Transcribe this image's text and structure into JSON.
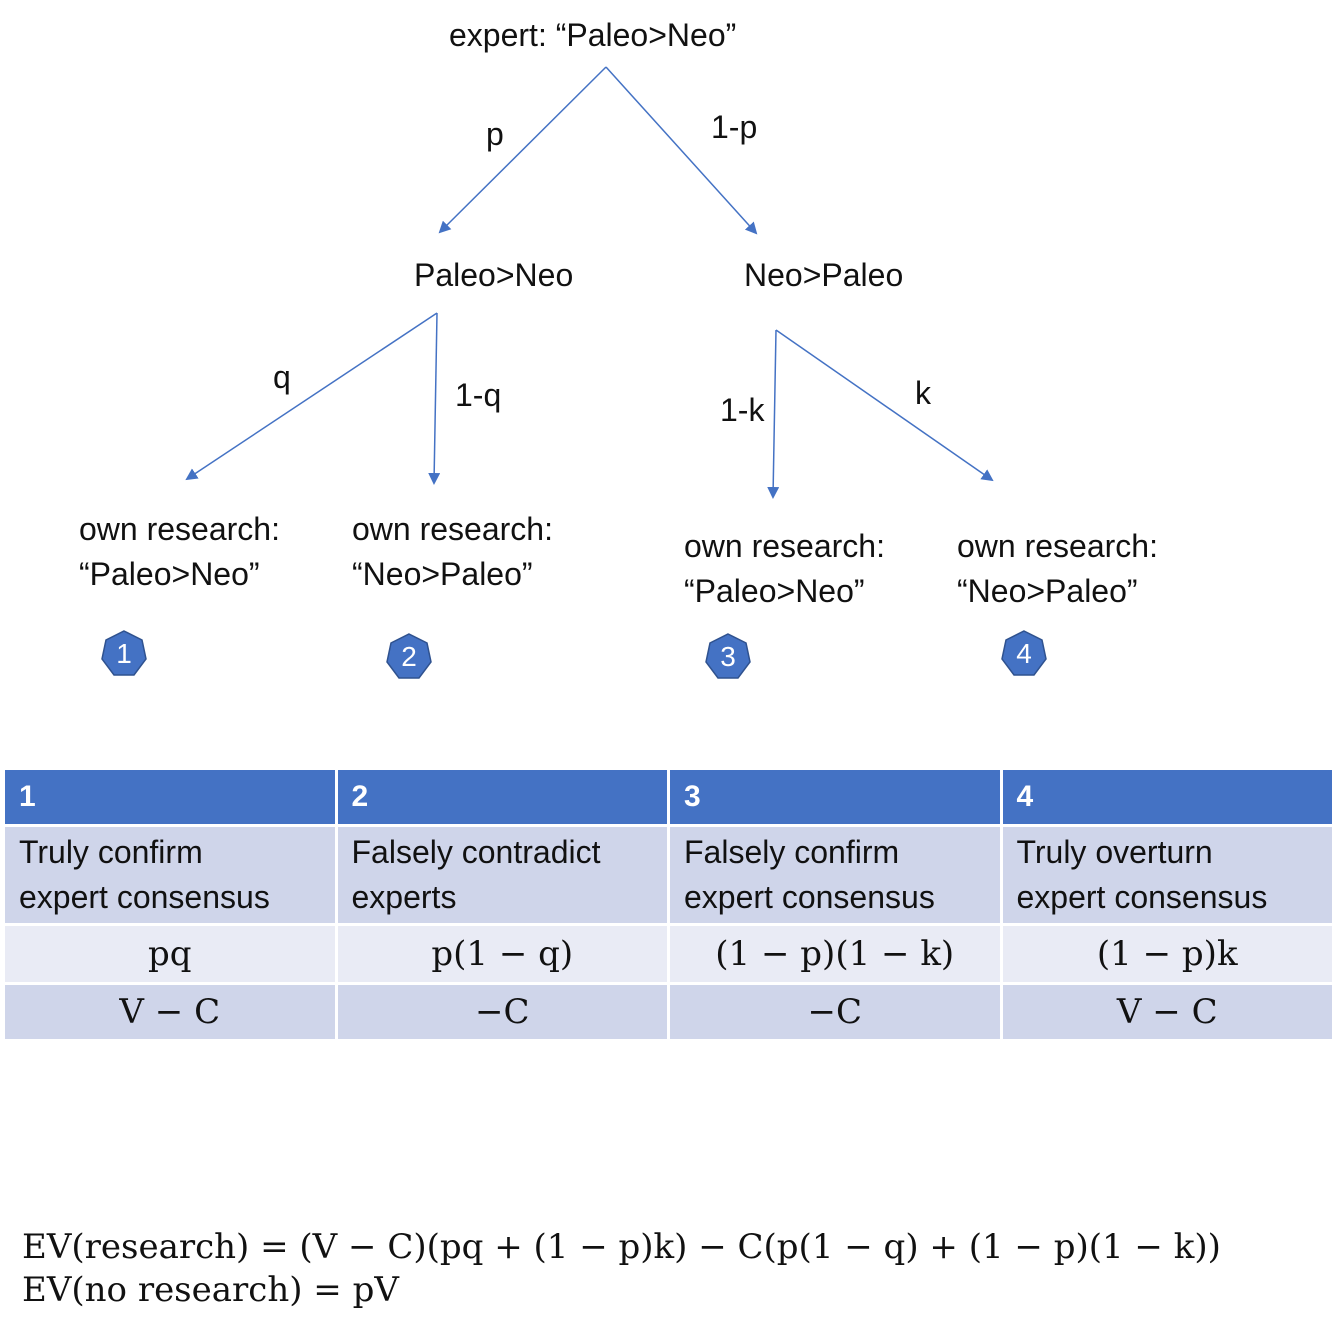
{
  "tree": {
    "root": "expert: “Paleo>Neo”",
    "edge_p": "p",
    "edge_1p": "1-p",
    "node_left": "Paleo>Neo",
    "node_right": "Neo>Paleo",
    "edge_q": "q",
    "edge_1q": "1-q",
    "edge_1k": "1-k",
    "edge_k": "k",
    "leaves": [
      {
        "line1": "own research:",
        "line2": "“Paleo>Neo”",
        "badge": "1"
      },
      {
        "line1": "own research:",
        "line2": "“Neo>Paleo”",
        "badge": "2"
      },
      {
        "line1": "own research:",
        "line2": "“Paleo>Neo”",
        "badge": "3"
      },
      {
        "line1": "own research:",
        "line2": "“Neo>Paleo”",
        "badge": "4"
      }
    ],
    "colors": {
      "arrow": "#4472c4",
      "badge_fill": "#4472c4",
      "badge_stroke": "#2f528f"
    }
  },
  "table": {
    "headers": [
      "1",
      "2",
      "3",
      "4"
    ],
    "descriptions": [
      [
        "Truly confirm",
        "expert consensus"
      ],
      [
        "Falsely contradict",
        "experts"
      ],
      [
        "Falsely confirm",
        "expert consensus"
      ],
      [
        "Truly overturn",
        "expert consensus"
      ]
    ],
    "probabilities": [
      "pq",
      "p(1 − q)",
      "(1 − p)(1 − k)",
      "(1 − p)k"
    ],
    "payoffs": [
      "V − C",
      "−C",
      "−C",
      "V − C"
    ],
    "colors": {
      "header": "#4472c4",
      "row_dark": "#cfd5ea",
      "row_light": "#e9ebf5"
    }
  },
  "equations": {
    "ev_research": "EV(research) = (V − C)(pq + (1 − p)k)  − C(p(1 − q) + (1 − p)(1 − k))",
    "ev_no_research": "EV(no research) = pV"
  }
}
